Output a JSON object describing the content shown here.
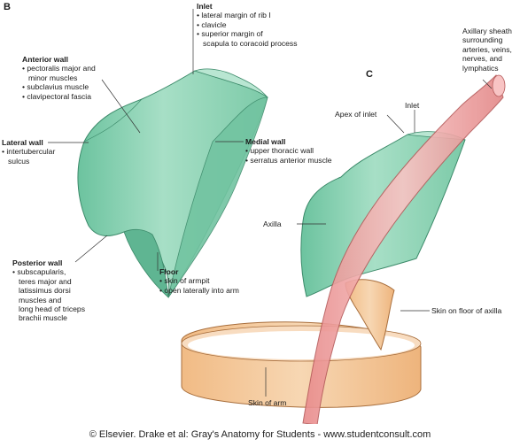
{
  "panels": {
    "b": "B",
    "c": "C"
  },
  "labels_b": {
    "inlet": {
      "heading": "Inlet",
      "bullets": [
        "• lateral margin of rib I",
        "• clavicle",
        "• superior margin of",
        "scapula to coracoid process"
      ]
    },
    "anterior_wall": {
      "heading": "Anterior wall",
      "bullets": [
        "• pectoralis major and",
        "minor muscles",
        "• subclavius muscle",
        "• clavipectoral fascia"
      ]
    },
    "lateral_wall": {
      "heading": "Lateral wall",
      "bullets": [
        "• intertubercular",
        "sulcus"
      ]
    },
    "medial_wall": {
      "heading": "Medial wall",
      "bullets": [
        "• upper thoracic wall",
        "• serratus anterior muscle"
      ]
    },
    "posterior_wall": {
      "heading": "Posterior wall",
      "bullets": [
        "• subscapularis,",
        "teres major and",
        "latissimus dorsi",
        "muscles and",
        "long head of triceps",
        "brachii muscle"
      ]
    },
    "floor": {
      "heading": "Floor",
      "bullets": [
        "• skin of armpit",
        "• open laterally into arm"
      ]
    }
  },
  "labels_c": {
    "axillary_sheath": [
      "Axillary sheath",
      "surrounding",
      "arteries, veins,",
      "nerves, and",
      "lymphatics"
    ],
    "apex_of_inlet": "Apex of inlet",
    "inlet": "Inlet",
    "axilla": "Axilla",
    "skin_floor": "Skin on floor of axilla",
    "skin_arm": "Skin of arm"
  },
  "footer": "© Elsevier. Drake et al: Gray's Anatomy for Students - www.studentconsult.com",
  "colors": {
    "wall_fill": "#8fd3b6",
    "wall_dark": "#5fb592",
    "wall_stroke": "#3c8a6a",
    "sheath_fill": "#f0a3a3",
    "sheath_stroke": "#b55a5a",
    "skin_fill": "#f3c79a",
    "skin_stroke": "#a86e3c"
  }
}
